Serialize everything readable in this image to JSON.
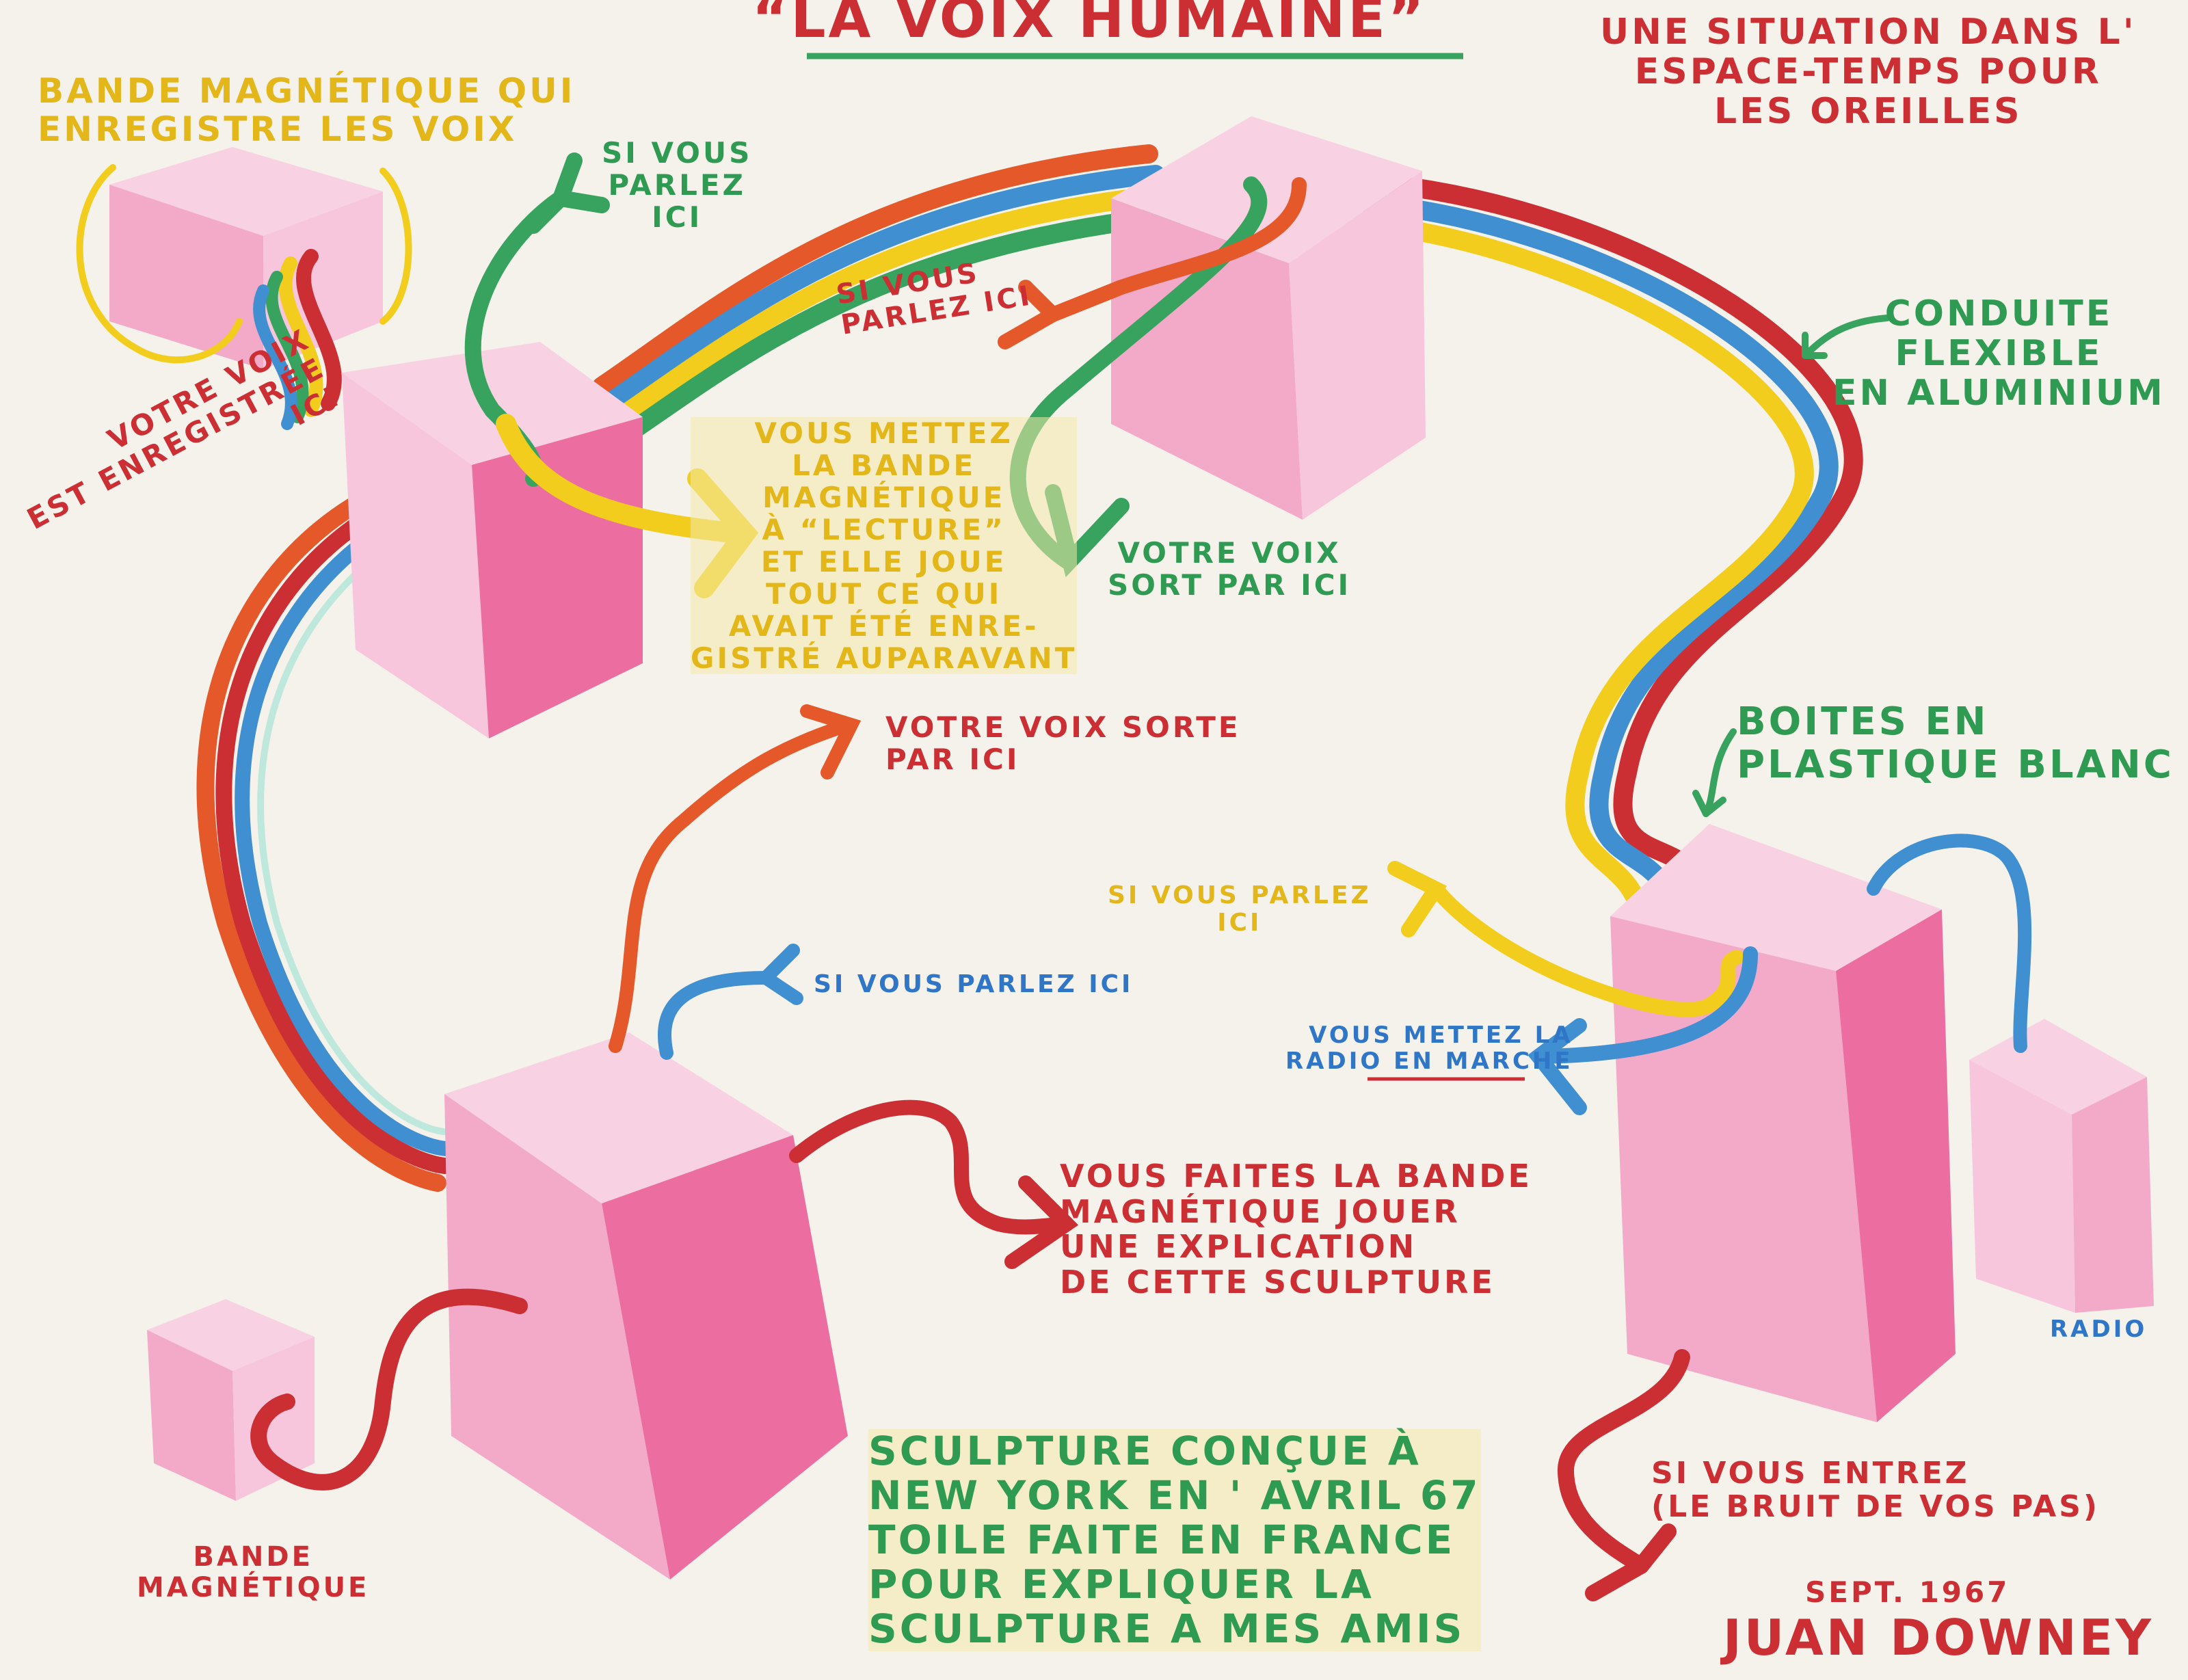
{
  "title": "“LA VOIX HUMAINE”",
  "subtitle": "UNE SITUATION DANS L'\nESPACE-TEMPS POUR\nLES OREILLES",
  "labels": {
    "bande_enregistre": "BANDE MAGNÉTIQUE QUI\nENREGISTRE LES VOIX",
    "voix_enregistree": "VOTRE VOIX\nEST ENREGISTRÉE\nICI",
    "si_parlez_top": "SI VOUS\nPARLEZ\nICI",
    "si_parlez_mid": "SI VOUS\nPARLEZ ICI",
    "conduite": "CONDUITE\nFLEXIBLE\nEN ALUMINIUM",
    "mettez_bande": "VOUS METTEZ\nLA BANDE\nMAGNÉTIQUE\nÀ “LECTURE”\nET ELLE JOUE\nTOUT CE QUI\nAVAIT ÉTÉ ENRE-\nGISTRÉ AUPARAVANT",
    "voix_sort": "VOTRE VOIX\nSORT PAR ICI",
    "voix_sorte": "VOTRE VOIX SORTE\nPAR ICI",
    "boites": "BOITES EN\nPLASTIQUE BLANC",
    "si_parlez_yellow": "SI VOUS PARLEZ\nICI",
    "si_parlez_blue": "SI VOUS PARLEZ ICI",
    "radio_marche": "VOUS METTEZ LA\nRADIO EN MARCHE",
    "faites_bande": "VOUS FAITES LA BANDE\nMAGNÉTIQUE JOUER\nUNE EXPLICATION\nDE CETTE SCULPTURE",
    "radio": "RADIO",
    "bande_magnetique": "BANDE\nMAGNÉTIQUE",
    "entrez": "SI VOUS ENTREZ\n(LE BRUIT DE VOS PAS)",
    "sculpture": "SCULPTURE CONÇUE À\nNEW YORK EN ' AVRIL 67\nTOILE FAITE EN FRANCE\nPOUR EXPLIQUER LA\nSCULPTURE A MES AMIS",
    "date": "SEPT. 1967",
    "artist": "JUAN DOWNEY"
  },
  "colors": {
    "background": "#f5f2ec",
    "box_light": "#f7c5dc",
    "box_mid": "#f3a9c8",
    "box_dark": "#ec6ea1",
    "red": "#cc2f33",
    "orange": "#e4582a",
    "yellow": "#f2cd1d",
    "blue": "#3f8fd1",
    "green": "#37a35e"
  }
}
